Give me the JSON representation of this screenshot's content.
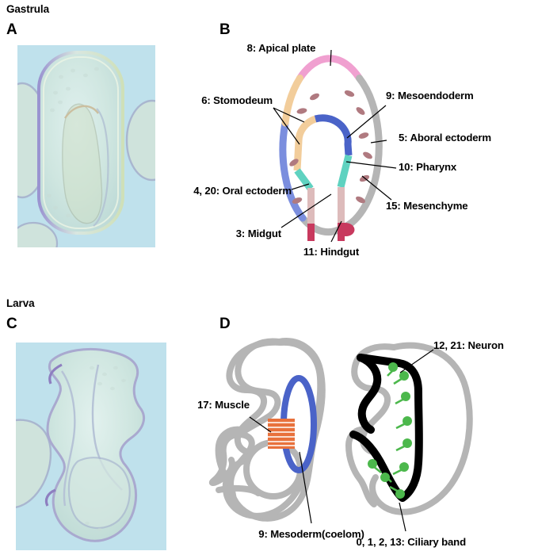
{
  "figure": {
    "stages": [
      {
        "name": "gastrula-title",
        "text": "Gastrula"
      },
      {
        "name": "larva-title",
        "text": "Larva"
      }
    ],
    "panels": [
      {
        "letter": "A",
        "type": "micrograph",
        "caption_stage": "Gastrula"
      },
      {
        "letter": "B",
        "type": "diagram",
        "caption_stage": "Gastrula"
      },
      {
        "letter": "C",
        "type": "micrograph",
        "caption_stage": "Larva"
      },
      {
        "letter": "D",
        "type": "diagram",
        "caption_stage": "Larva"
      }
    ]
  },
  "panelB": {
    "labels": [
      {
        "id": "apical-plate",
        "text": "8: Apical plate"
      },
      {
        "id": "stomodeum",
        "text": "6: Stomodeum"
      },
      {
        "id": "mesoendoderm",
        "text": "9: Mesoendoderm"
      },
      {
        "id": "aboral-ectoderm",
        "text": "5: Aboral ectoderm"
      },
      {
        "id": "oral-ectoderm",
        "text": "4, 20: Oral ectoderm"
      },
      {
        "id": "pharynx",
        "text": "10: Pharynx"
      },
      {
        "id": "mesenchyme",
        "text": "15: Mesenchyme"
      },
      {
        "id": "midgut",
        "text": "3: Midgut"
      },
      {
        "id": "hindgut",
        "text": "11: Hindgut"
      }
    ],
    "colors": {
      "apical_plate": "#f0a0d0",
      "aboral_ectoderm": "#b5b5b5",
      "oral_ectoderm": "#7b8ede",
      "stomodeum": "#f2cd9b",
      "mesoendoderm": "#4a63c8",
      "pharynx": "#5fd2c0",
      "midgut": "#ddbbbb",
      "hindgut": "#c8395e",
      "mesenchyme": "#b07a80"
    }
  },
  "panelD": {
    "labels": [
      {
        "id": "muscle",
        "text": "17: Muscle"
      },
      {
        "id": "mesoderm-coelom",
        "text": "9: Mesoderm(coelom)"
      },
      {
        "id": "neuron",
        "text": "12, 21: Neuron"
      },
      {
        "id": "ciliary-band",
        "text": "0, 1, 2, 13: Ciliary band"
      }
    ],
    "colors": {
      "body_outline": "#b5b5b5",
      "muscle": "#e8713c",
      "coelom": "#4a63c8",
      "ciliary_band": "#000000",
      "neuron": "#4cb84c"
    }
  }
}
